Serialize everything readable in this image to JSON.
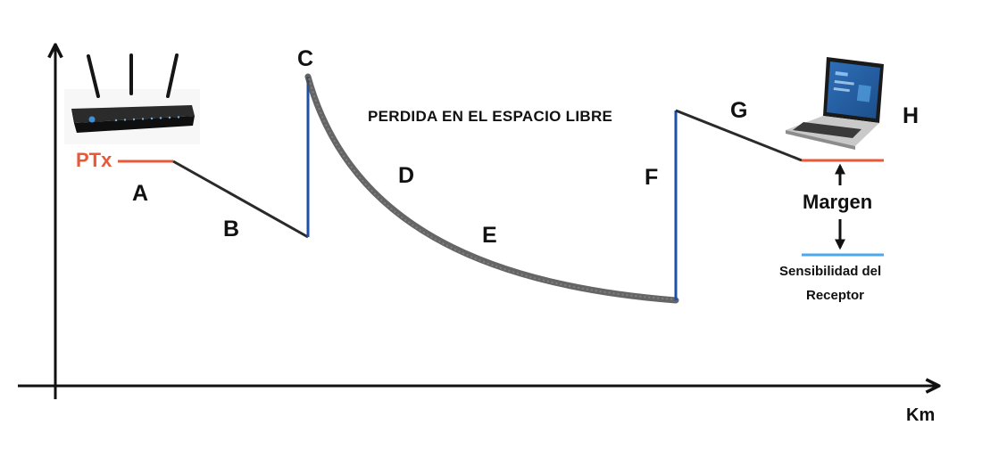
{
  "diagram": {
    "tx_label": "PTx",
    "segment_labels": {
      "a": "A",
      "b": "B",
      "c": "C",
      "d": "D",
      "e": "E",
      "f": "F",
      "g": "G",
      "h": "H"
    },
    "free_space_label": "PERDIDA EN EL ESPACIO LIBRE",
    "margin_label": "Margen",
    "sensitivity_label_line1": "Sensibilidad del",
    "sensitivity_label_line2": "Receptor",
    "x_axis_unit": "Km",
    "icons": {
      "transmitter": "router-icon",
      "receiver": "laptop-icon"
    },
    "colors": {
      "tx_power_line": "#e8593a",
      "gain_line": "#1d4fa8",
      "loss_line": "#2a2a2a",
      "free_space_curve": "#4a4a4a",
      "sensitivity_line": "#4aa8ee",
      "axis": "#111111"
    }
  }
}
